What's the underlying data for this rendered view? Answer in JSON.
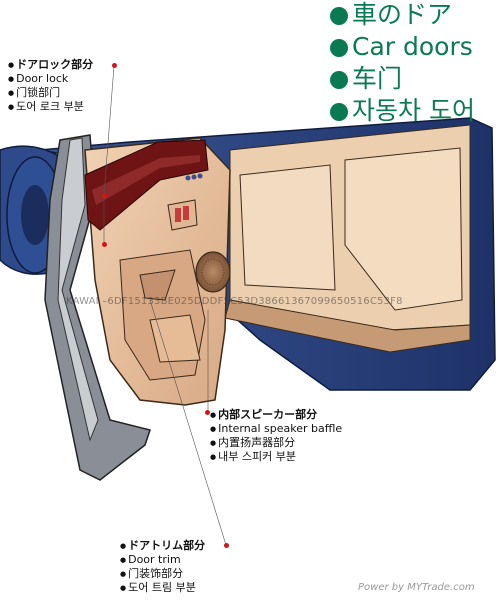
{
  "title": {
    "lines": [
      "車のドア",
      "Car doors",
      "车门",
      "자동차 도어"
    ],
    "color": "#0a7a52"
  },
  "labels": {
    "door_lock": [
      "ドアロック部分",
      "Door lock",
      "门锁部门",
      "도어 로크 부분"
    ],
    "speaker_baffle": [
      "内部スピーカー部分",
      "Internal speaker baffle",
      "内置扬声器部分",
      "내부 스피커 부분"
    ],
    "door_trim": [
      "ドアトリム部分",
      "Door trim",
      "门装饰部分",
      "도어 트림 부분"
    ]
  },
  "watermark": {
    "code": "KAWAI –6DF15133BE025DDDF5C53D38661367099650516C53F8",
    "site": "Power by MYTrade.com"
  },
  "colors": {
    "car_body": "#263d78",
    "door_trim": "#e8c4a2",
    "wood_panel": "#6e1414",
    "pointer": "#d0161b"
  }
}
